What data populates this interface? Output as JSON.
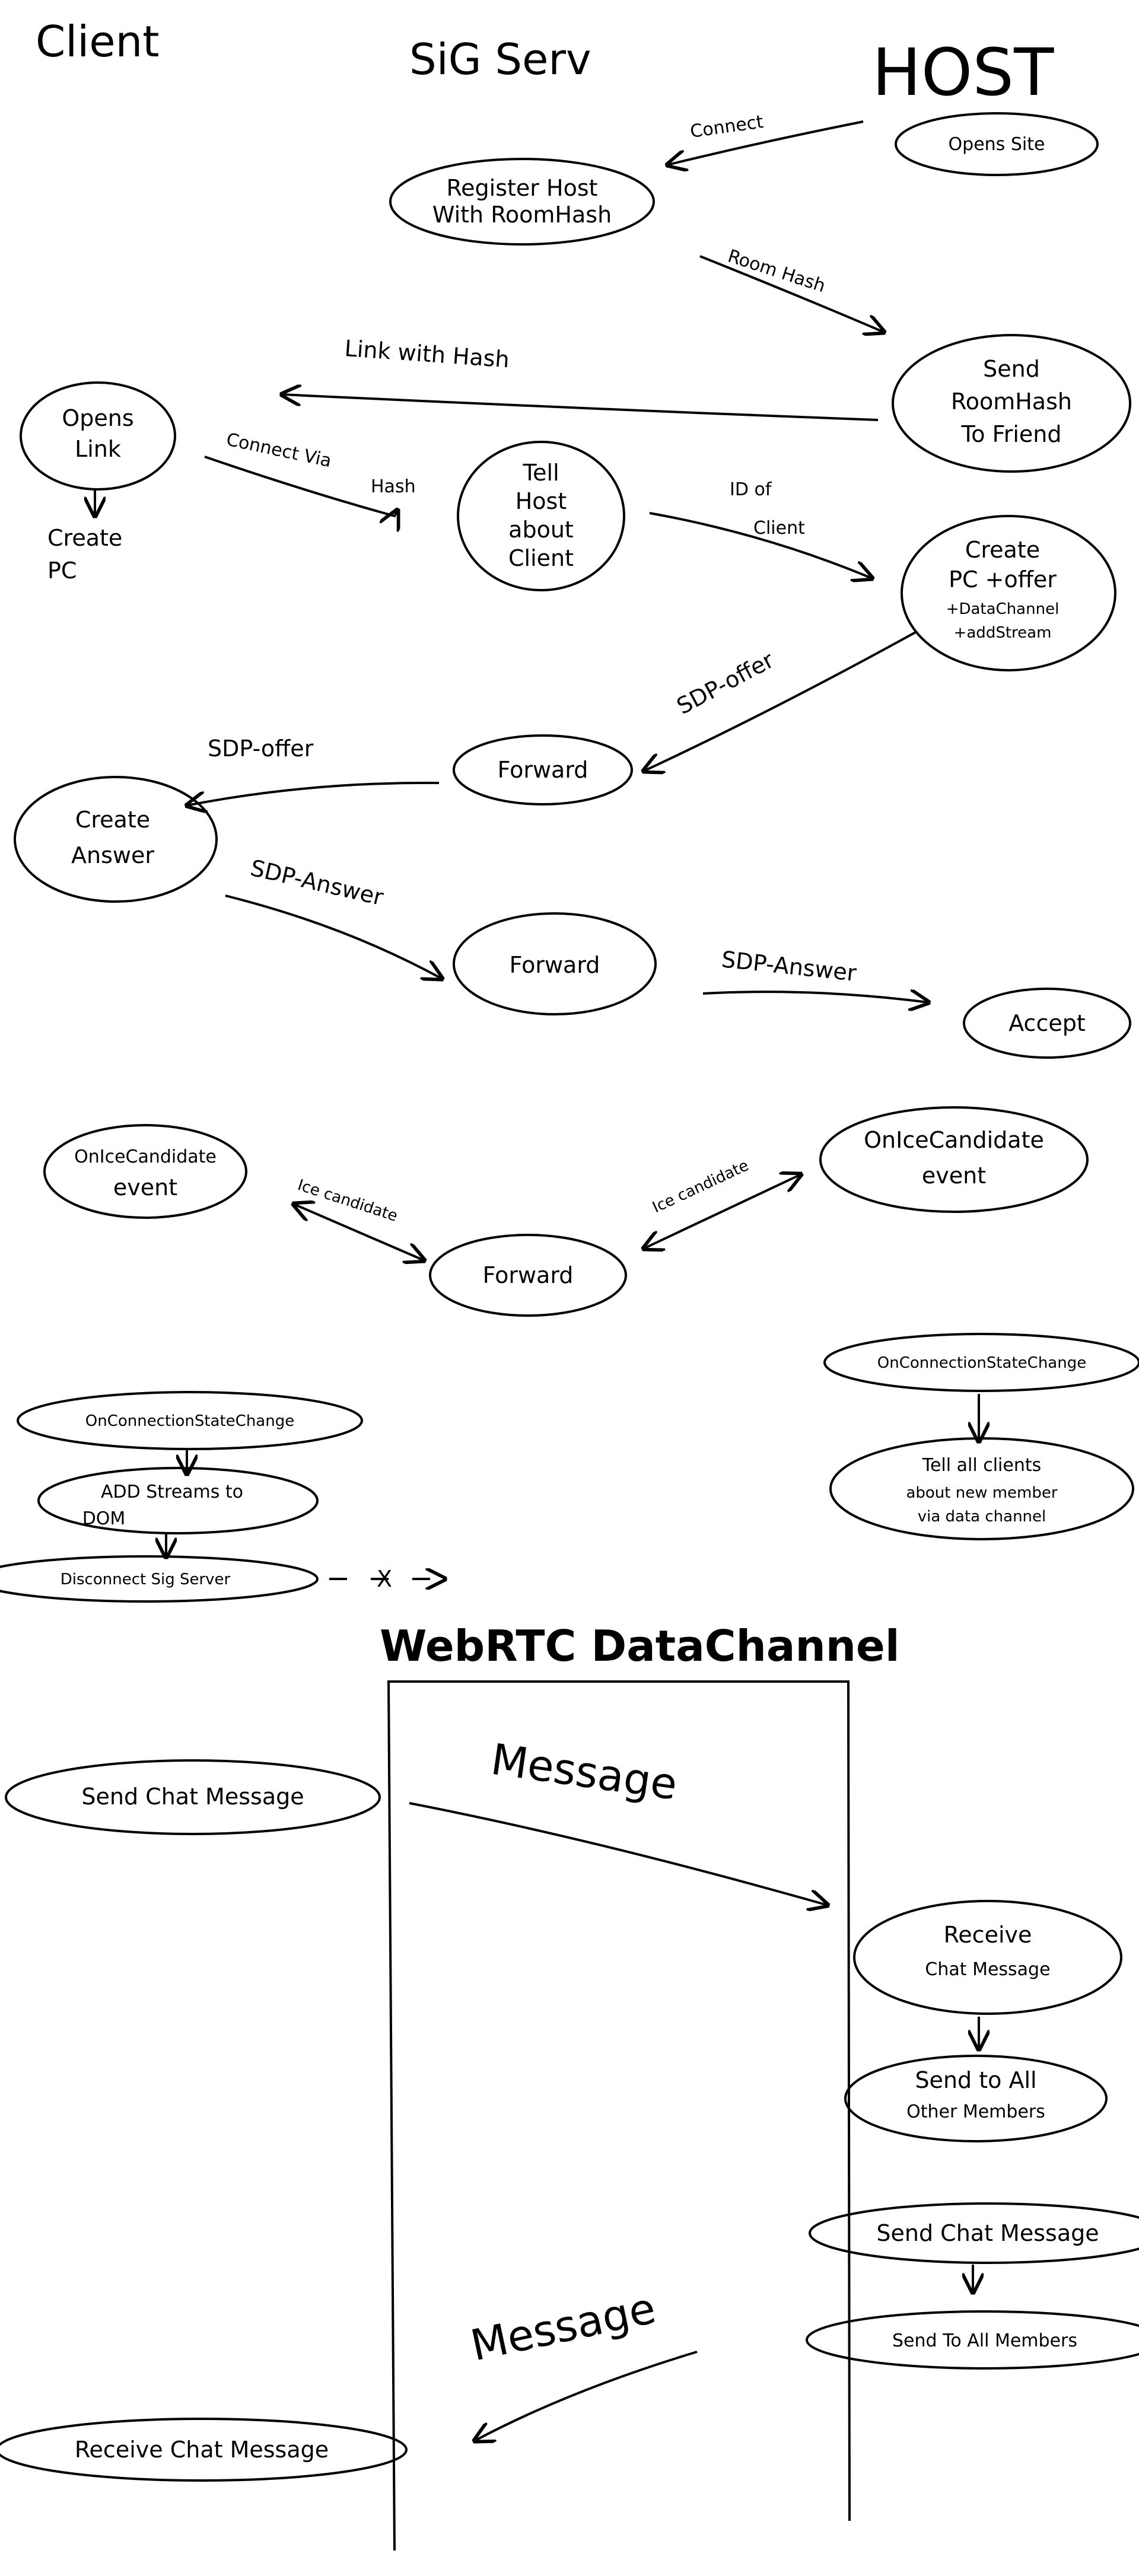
{
  "headers": {
    "client": "Client",
    "sig_server": "SiG Serv",
    "host": "HOST"
  },
  "nodes": {
    "opens_site": "Opens Site",
    "register_host_1": "Register Host",
    "register_host_2": "With RoomHash",
    "send_roomhash_1": "Send",
    "send_roomhash_2": "RoomHash",
    "send_roomhash_3": "To Friend",
    "opens_link_1": "Opens",
    "opens_link_2": "Link",
    "create_pc_1": "Create",
    "create_pc_2": "PC",
    "tell_host_1": "Tell",
    "tell_host_2": "Host",
    "tell_host_3": "about",
    "tell_host_4": "Client",
    "create_pc_offer_1": "Create",
    "create_pc_offer_2": "PC +offer",
    "create_pc_offer_3": "+DataChannel",
    "create_pc_offer_4": "+addStream",
    "forward_offer": "Forward",
    "create_answer_1": "Create",
    "create_answer_2": "Answer",
    "forward_answer": "Forward",
    "accept": "Accept",
    "onice_client_1": "OnIceCandidate",
    "onice_client_2": "event",
    "forward_ice": "Forward",
    "onice_host_1": "OnIceCandidate",
    "onice_host_2": "event",
    "conn_state_host": "OnConnectionStateChange",
    "tell_all_1": "Tell all clients",
    "tell_all_2": "about new member",
    "tell_all_3": "via data channel",
    "conn_state_client": "OnConnectionStateChange",
    "add_streams_1": "ADD Streams to",
    "add_streams_2": "DOM",
    "disconnect": "Disconnect Sig Server",
    "disconnect_x": "X",
    "send_chat_client": "Send Chat Message",
    "receive_chat_host_1": "Receive",
    "receive_chat_host_2": "Chat Message",
    "send_to_all_others_1": "Send to All",
    "send_to_all_others_2": "Other Members",
    "send_chat_host": "Send Chat Message",
    "send_to_all_members": "Send To All Members",
    "receive_chat_client": "Receive Chat Message"
  },
  "edges": {
    "connect": "Connect",
    "room_hash": "Room Hash",
    "link_with_hash": "Link with Hash",
    "connect_via_hash_1": "Connect Via",
    "connect_via_hash_2": "Hash",
    "id_of_client_1": "ID of",
    "id_of_client_2": "Client",
    "sdp_offer_1": "SDP-offer",
    "sdp_offer_2": "SDP-offer",
    "sdp_answer_1": "SDP-Answer",
    "sdp_answer_2": "SDP-Answer",
    "ice_candidate_1": "Ice candidate",
    "ice_candidate_2": "Ice candidate",
    "message_1": "Message",
    "message_2": "Message"
  },
  "datachannel": {
    "title": "WebRTC DataChannel"
  }
}
